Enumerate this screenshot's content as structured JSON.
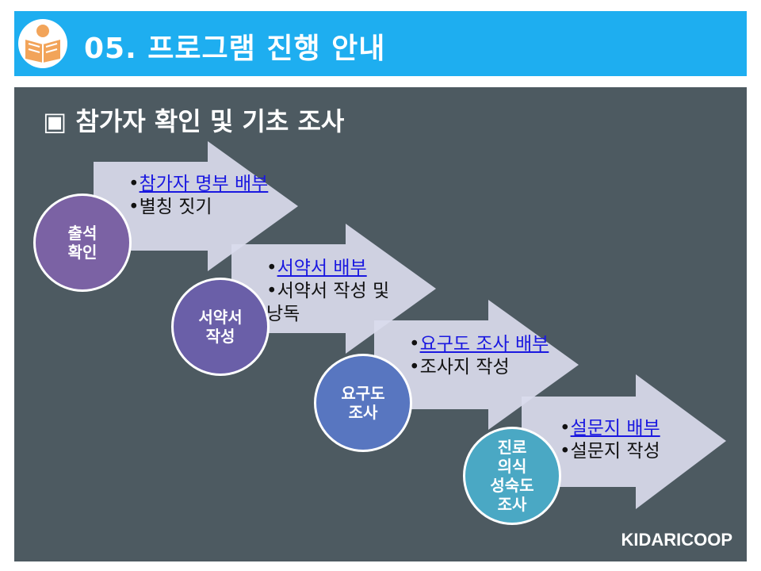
{
  "header": {
    "title": "05. 프로그램 진행 안내",
    "icon": "book-reader-icon"
  },
  "section": {
    "marker": "▣",
    "title": "참가자 확인 및 기초 조사"
  },
  "steps": [
    {
      "circle_label": "출석\n확인",
      "color": "#7b62a4",
      "bullets": [
        {
          "text": "참가자 명부 배부",
          "link": true
        },
        {
          "text": "별칭 짓기",
          "link": false
        }
      ]
    },
    {
      "circle_label": "서약서\n작성",
      "color": "#6a5fa8",
      "bullets": [
        {
          "text": "서약서 배부",
          "link": true
        },
        {
          "text": "서약서 작성 및 낭독",
          "link": false
        }
      ]
    },
    {
      "circle_label": "요구도\n조사",
      "color": "#5876c0",
      "bullets": [
        {
          "text": "요구도 조사 배부",
          "link": true
        },
        {
          "text": "조사지 작성",
          "link": false
        }
      ]
    },
    {
      "circle_label": "진로\n의식\n성숙도\n조사",
      "color": "#4aa8c4",
      "bullets": [
        {
          "text": "설문지 배부",
          "link": true
        },
        {
          "text": "설문지 작성",
          "link": false
        }
      ]
    }
  ],
  "footer": {
    "brand": "KIDARICOOP"
  },
  "colors": {
    "header_bg": "#1eaef0",
    "panel_bg": "#4d5a61",
    "arrow_fill": "#dadbed",
    "link": "#1a18e0"
  }
}
